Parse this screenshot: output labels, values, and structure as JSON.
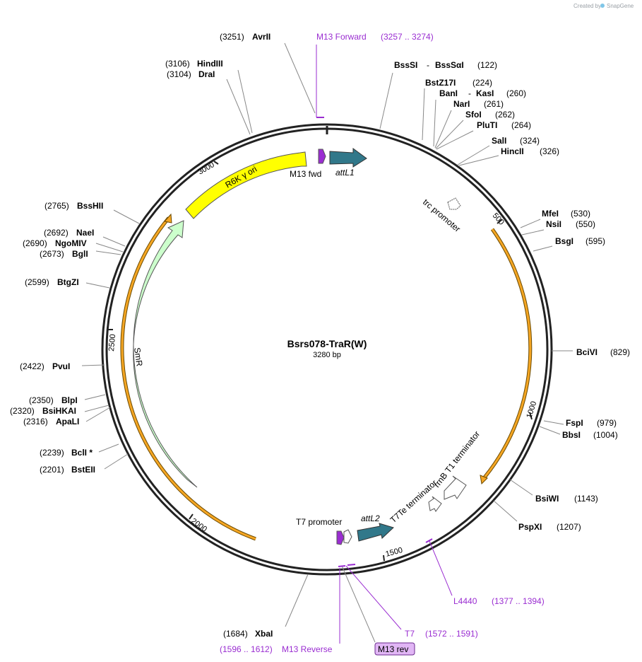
{
  "credit": {
    "prefix": "Created by",
    "brand": "SnapGene"
  },
  "plasmid": {
    "name": "Bsrs078-TraR(W)",
    "size": "3280 bp"
  },
  "ticks": [
    "500",
    "1000",
    "1500",
    "2000",
    "2500",
    "3000"
  ],
  "features": {
    "r6k": "R6K γ ori",
    "smr": "SmR",
    "m13fwd": "M13 fwd",
    "attl1": "attL1",
    "trc": "trc promoter",
    "t7te": "T7Te terminator",
    "rrnb": "rrnB T1 terminator",
    "t7prom": "T7 promoter",
    "attl2": "attL2"
  },
  "sites": {
    "avrii": {
      "name": "AvrII",
      "pos": "(3251)"
    },
    "hindiii": {
      "name": "HindIII",
      "pos": "(3106)"
    },
    "drai": {
      "name": "DraI",
      "pos": "(3104)"
    },
    "bsssi": {
      "name": "BssSI",
      "name2": "BssSαI",
      "pos": "(122)"
    },
    "bstz17i": {
      "name": "BstZ17I",
      "pos": "(224)"
    },
    "bani": {
      "name": "BanI",
      "name2": "KasI",
      "pos": "(260)"
    },
    "nari": {
      "name": "NarI",
      "pos": "(261)"
    },
    "sfoi": {
      "name": "SfoI",
      "pos": "(262)"
    },
    "pluti": {
      "name": "PluTI",
      "pos": "(264)"
    },
    "sali": {
      "name": "SalI",
      "pos": "(324)"
    },
    "hincii": {
      "name": "HincII",
      "pos": "(326)"
    },
    "mfei": {
      "name": "MfeI",
      "pos": "(530)"
    },
    "nsii": {
      "name": "NsiI",
      "pos": "(550)"
    },
    "bsgi": {
      "name": "BsgI",
      "pos": "(595)"
    },
    "bcivi": {
      "name": "BciVI",
      "pos": "(829)"
    },
    "fspi": {
      "name": "FspI",
      "pos": "(979)"
    },
    "bbsi": {
      "name": "BbsI",
      "pos": "(1004)"
    },
    "bsiwi": {
      "name": "BsiWI",
      "pos": "(1143)"
    },
    "pspxi": {
      "name": "PspXI",
      "pos": "(1207)"
    },
    "xbai": {
      "name": "XbaI",
      "pos": "(1684)"
    },
    "bsshii": {
      "name": "BssHII",
      "pos": "(2765)"
    },
    "naei": {
      "name": "NaeI",
      "pos": "(2692)"
    },
    "ngomiv": {
      "name": "NgoMIV",
      "pos": "(2690)"
    },
    "bgli": {
      "name": "BglI",
      "pos": "(2673)"
    },
    "btgzi": {
      "name": "BtgZI",
      "pos": "(2599)"
    },
    "pvui": {
      "name": "PvuI",
      "pos": "(2422)"
    },
    "blpi": {
      "name": "BlpI",
      "pos": "(2350)"
    },
    "bsihkai": {
      "name": "BsiHKAI",
      "pos": "(2320)"
    },
    "apali": {
      "name": "ApaLI",
      "pos": "(2316)"
    },
    "bcli": {
      "name": "BclI *",
      "pos": "(2239)"
    },
    "bsteii": {
      "name": "BstEII",
      "pos": "(2201)"
    }
  },
  "primers": {
    "m13forward": {
      "name": "M13 Forward",
      "range": "(3257 .. 3274)"
    },
    "l4440": {
      "name": "L4440",
      "range": "(1377 .. 1394)"
    },
    "t7": {
      "name": "T7",
      "range": "(1572 .. 1591)"
    },
    "m13reverse": {
      "name": "M13 Reverse",
      "range": "(1596 .. 1612)"
    },
    "m13rev": {
      "name": "M13 rev"
    }
  },
  "colors": {
    "r6k": "#ffff00",
    "smr": "#ccffcc",
    "att": "#31788a",
    "primer": "#9a2dd1",
    "m13rev_badge": "#e1b6f5",
    "orf": "#f5a623"
  }
}
